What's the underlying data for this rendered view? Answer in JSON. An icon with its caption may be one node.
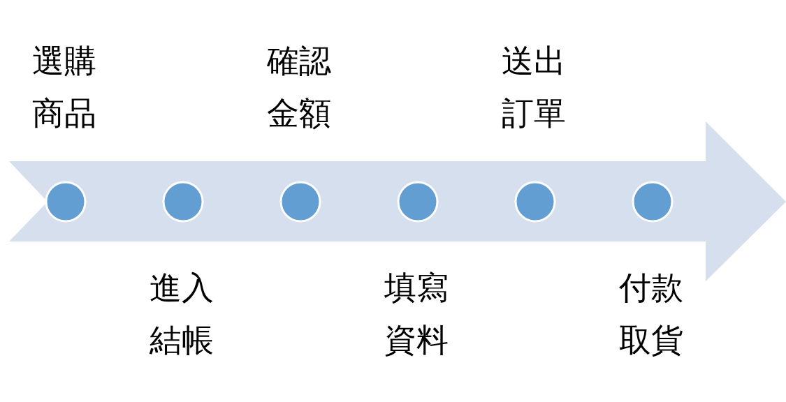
{
  "diagram": {
    "nodes": [
      {
        "text": [],
        "shape": "circle",
        "beside": [
          "選購商品"
        ]
      },
      {
        "text": [],
        "shape": "circle",
        "beside": [
          "進入結帳"
        ]
      },
      {
        "text": [],
        "shape": "circle",
        "beside": [
          "確認金額"
        ]
      },
      {
        "text": [],
        "shape": "circle",
        "beside": [
          "填寫資料"
        ]
      },
      {
        "text": [],
        "shape": "circle",
        "beside": [
          "送出訂單"
        ]
      },
      {
        "text": [],
        "shape": "circle",
        "beside": [
          "付款取貨"
        ]
      }
    ]
  }
}
